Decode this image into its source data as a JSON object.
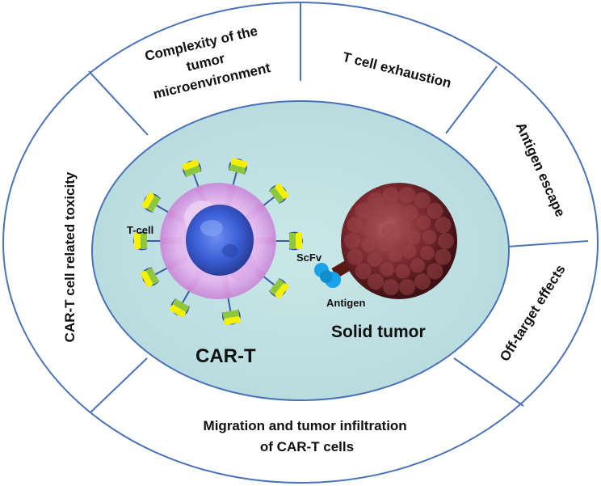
{
  "segments": {
    "complexity": [
      "Complexity of the",
      "tumor",
      "microenvironment"
    ],
    "exhaustion": "T cell exhaustion",
    "antigen_escape": "Antigen escape",
    "off_target": "Off-target effects",
    "migration": [
      "Migration and tumor infiltration",
      "of CAR-T cells"
    ],
    "toxicity": "CAR-T cell related toxicity"
  },
  "labels": {
    "tcell": "T-cell",
    "scfv": "ScFv",
    "antigen": "Antigen",
    "solid_tumor": "Solid tumor",
    "cart": "CAR-T"
  },
  "colors": {
    "ring_stroke": "#4a72b8",
    "inner_fill": "#bfe0e2",
    "tcell_membrane": "#e0b4ec",
    "tcell_nucleus": "#3b5fd6",
    "tumor": "#7a2a2e",
    "receptor_yellow": "#f5f000",
    "receptor_green": "#8dc63f",
    "receptor_red": "#e8143c",
    "receptor_purple": "#8a3a9c",
    "antigen_blue": "#1aa3e8",
    "antigen_stalk": "#5a1a14"
  },
  "icons": {
    "tcell": "t-cell-illustration",
    "tumor": "tumor-cell-illustration",
    "antigen": "antigen-icon"
  }
}
